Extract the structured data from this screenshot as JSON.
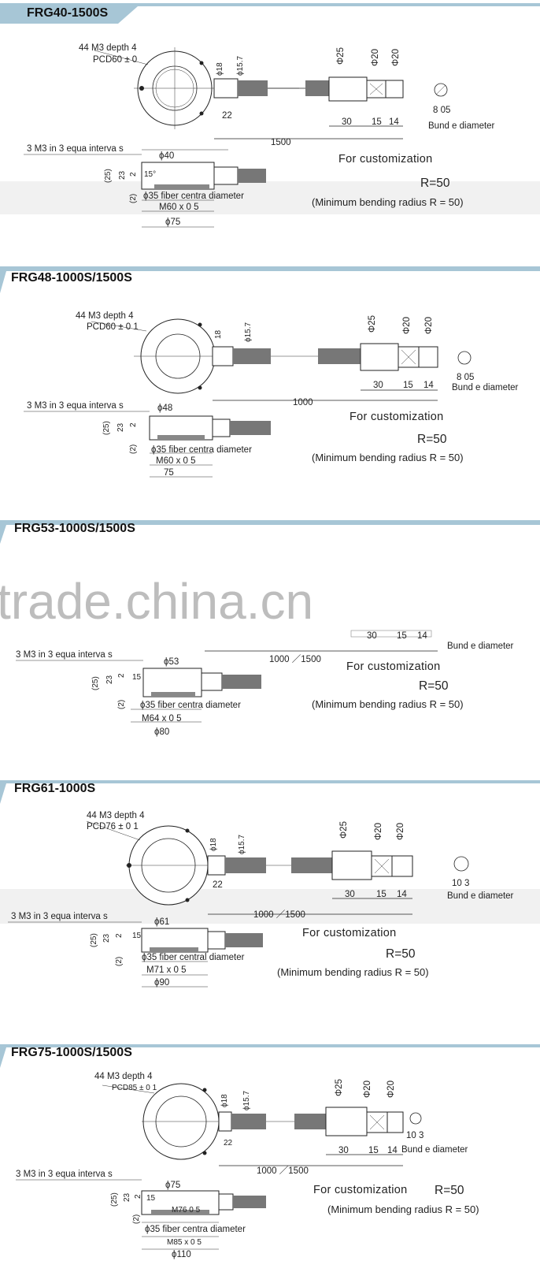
{
  "sections": [
    {
      "title": "FRG40-1500S",
      "face": {
        "label_holes": "44 M3 depth 4",
        "label_pcd": "PCD60 ± 0"
      },
      "cable": {
        "d_main": "Φ25",
        "d_a": "Φ20",
        "d_b": "Φ20",
        "len_a": "30",
        "len_b": "15",
        "len_c": "14",
        "bundle_value": "8 05",
        "bundle_label": "Bund e diameter"
      },
      "neck": {
        "d1": "ϕ18",
        "d2": "ϕ15.7",
        "len": "22"
      },
      "total_length": "1500",
      "side": {
        "holes": "3 M3 in 3 equa interva s",
        "d_top": "ϕ40",
        "h_outer": "(25)",
        "h_inner": "23",
        "h_small": "2",
        "angle": "15°",
        "h_bottom": "(2)",
        "fiber": "ϕ35 fiber centra diameter",
        "thread": "M60 x 0 5",
        "d_bottom": "ϕ75"
      },
      "note": {
        "custom": "For customization",
        "radius": "R=50",
        "min_radius": "(Minimum bending radius R = 50)"
      }
    },
    {
      "title": "FRG48-1000S/1500S",
      "face": {
        "label_holes": "44 M3 depth 4",
        "label_pcd": "PCD60 ± 0 1"
      },
      "cable": {
        "d_main": "Φ25",
        "d_a": "Φ20",
        "d_b": "Φ20",
        "len_a": "30",
        "len_b": "15",
        "len_c": "14",
        "bundle_value": "8 05",
        "bundle_label": "Bund e diameter"
      },
      "neck": {
        "d1": "18",
        "d2": "ϕ15.7",
        "len": ""
      },
      "total_length": "1000",
      "side": {
        "holes": "3 M3 in 3 equa interva s",
        "d_top": "ϕ48",
        "h_outer": "(25)",
        "h_inner": "23",
        "h_small": "2",
        "angle": "",
        "h_bottom": "(2)",
        "fiber": "ϕ35 fiber centra diameter",
        "thread": "M60 x 0 5",
        "d_bottom": "75"
      },
      "note": {
        "custom": "For customization",
        "radius": "R=50",
        "min_radius": "(Minimum bending radius R = 50)"
      }
    },
    {
      "title": "FRG53-1000S/1500S",
      "cable": {
        "len_a": "30",
        "len_b": "15",
        "len_c": "14",
        "bundle_label": "Bund e diameter"
      },
      "total_length": "1000 ／1500",
      "side": {
        "holes": "3 M3 in 3 equa interva s",
        "d_top": "ϕ53",
        "h_outer": "(25)",
        "h_inner": "23",
        "h_small": "2",
        "angle": "15",
        "h_bottom": "(2)",
        "fiber": "ϕ35 fiber centra diameter",
        "thread": "M64 x 0 5",
        "d_bottom": "ϕ80"
      },
      "note": {
        "custom": "For customization",
        "radius": "R=50",
        "min_radius": "(Minimum bending radius R = 50)"
      }
    },
    {
      "title": "FRG61-1000S",
      "face": {
        "label_holes": "44 M3 depth 4",
        "label_pcd": "PCD76 ± 0 1"
      },
      "cable": {
        "d_main": "Φ25",
        "d_a": "Φ20",
        "d_b": "Φ20",
        "len_a": "30",
        "len_b": "15",
        "len_c": "14",
        "bundle_value": "10 3",
        "bundle_label": "Bund e diameter"
      },
      "neck": {
        "d1": "ϕ18",
        "d2": "ϕ15.7",
        "len": "22"
      },
      "total_length": "1000 ／1500",
      "side": {
        "holes": "3 M3 in 3 equa interva s",
        "d_top": "ϕ61",
        "h_outer": "(25)",
        "h_inner": "23",
        "h_small": "2",
        "angle": "15",
        "h_bottom": "(2)",
        "fiber": "ϕ35 fiber central diameter",
        "thread": "M71 x 0 5",
        "d_bottom": "ϕ90"
      },
      "note": {
        "custom": "For customization",
        "radius": "R=50",
        "min_radius": "(Minimum bending radius R = 50)"
      }
    },
    {
      "title": "FRG75-1000S/1500S",
      "face": {
        "label_holes": "44 M3 depth 4",
        "label_pcd": "PCD85 ± 0 1"
      },
      "cable": {
        "d_main": "Φ25",
        "d_a": "Φ20",
        "d_b": "Φ20",
        "len_a": "30",
        "len_b": "15",
        "len_c": "14",
        "bundle_value": "10 3",
        "bundle_label": "Bund e diameter"
      },
      "neck": {
        "d1": "ϕ18",
        "d2": "ϕ15.7",
        "len": "22"
      },
      "total_length": "1000 ／1500",
      "side": {
        "holes": "3 M3 in 3 equa interva s",
        "d_top": "ϕ75",
        "h_outer": "(25)",
        "h_inner": "23",
        "h_small": "2",
        "angle": "15",
        "h_bottom": "(2)",
        "fiber": "ϕ35 fiber centra diameter",
        "thread": "M76 0 5",
        "thread2": "M85 x 0 5",
        "d_bottom": "ϕ110"
      },
      "note": {
        "custom": "For customization",
        "radius": "R=50",
        "min_radius": "(Minimum bending radius R = 50)"
      }
    }
  ],
  "watermark": {
    "text": "trade.china.cn"
  },
  "colors": {
    "header_bar": "#a7c6d6",
    "title": "#111111",
    "line": "#222222",
    "watermark": "#bdbdbd"
  }
}
